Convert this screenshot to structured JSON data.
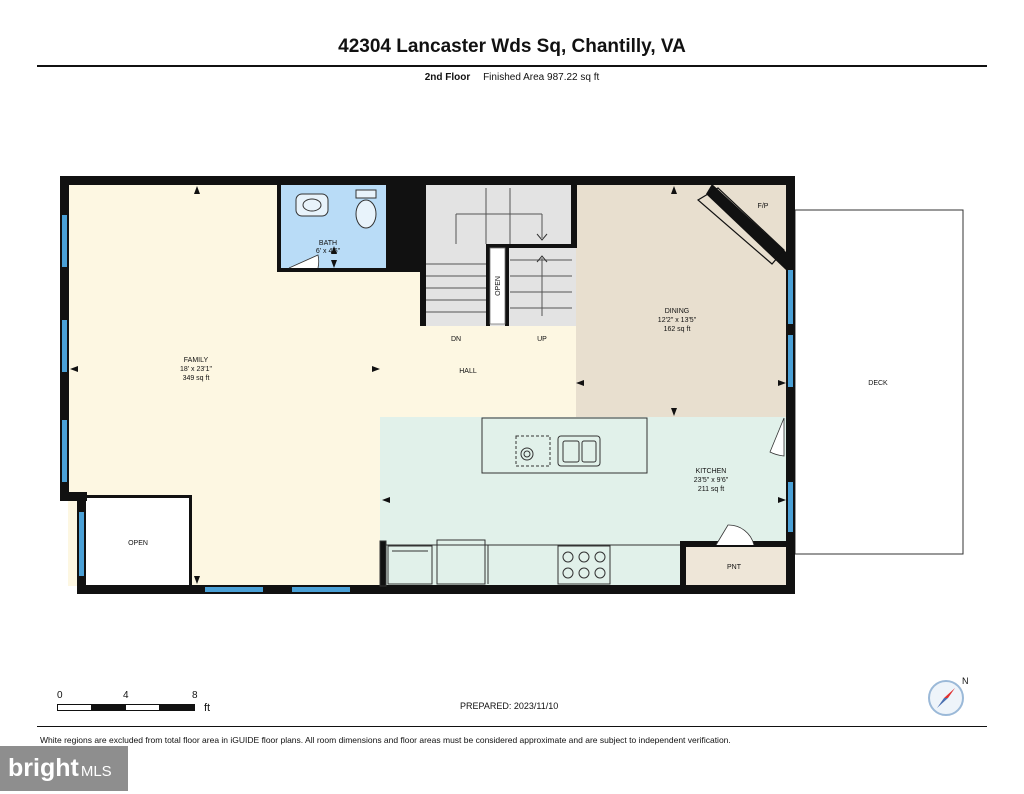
{
  "header": {
    "address": "42304 Lancaster Wds Sq, Chantilly, VA",
    "floor": "2nd Floor",
    "finished_area": "Finished Area 987.22 sq ft"
  },
  "rooms": {
    "family": {
      "name": "FAMILY",
      "dims": "18' x 23'1\"",
      "area": "349 sq ft"
    },
    "bath": {
      "name": "BATH",
      "dims": "6' x 4'6\""
    },
    "dining": {
      "name": "DINING",
      "dims": "12'2\" x 13'5\"",
      "area": "162 sq ft"
    },
    "kitchen": {
      "name": "KITCHEN",
      "dims": "23'5\" x 9'6\"",
      "area": "211 sq ft"
    },
    "hall": {
      "name": "HALL"
    },
    "open_lower": {
      "name": "OPEN"
    },
    "open_stair": {
      "name": "OPEN"
    },
    "pantry": {
      "name": "PNT"
    },
    "fireplace": {
      "name": "F/P"
    },
    "deck": {
      "name": "DECK"
    },
    "stair_down": {
      "name": "DN"
    },
    "stair_up": {
      "name": "UP"
    }
  },
  "colors": {
    "family_hall": "#fdf7e2",
    "bath": "#b9dcf7",
    "dining": "#e8dfcf",
    "kitchen": "#e1f1ea",
    "stairs": "#e3e3e3",
    "pantry": "#eee6d8",
    "wall": "#111111",
    "window": "#4aa0d6"
  },
  "scale": {
    "ticks": [
      "0",
      "4",
      "8"
    ],
    "unit": "ft"
  },
  "prepared": "PREPARED: 2023/11/10",
  "disclaimer": "White regions are excluded from total floor area in iGUIDE floor plans. All room dimensions and floor areas must be considered approximate and are subject to independent verification.",
  "compass": {
    "label": "N"
  },
  "watermark": {
    "brand": "bright",
    "suffix": "MLS"
  }
}
